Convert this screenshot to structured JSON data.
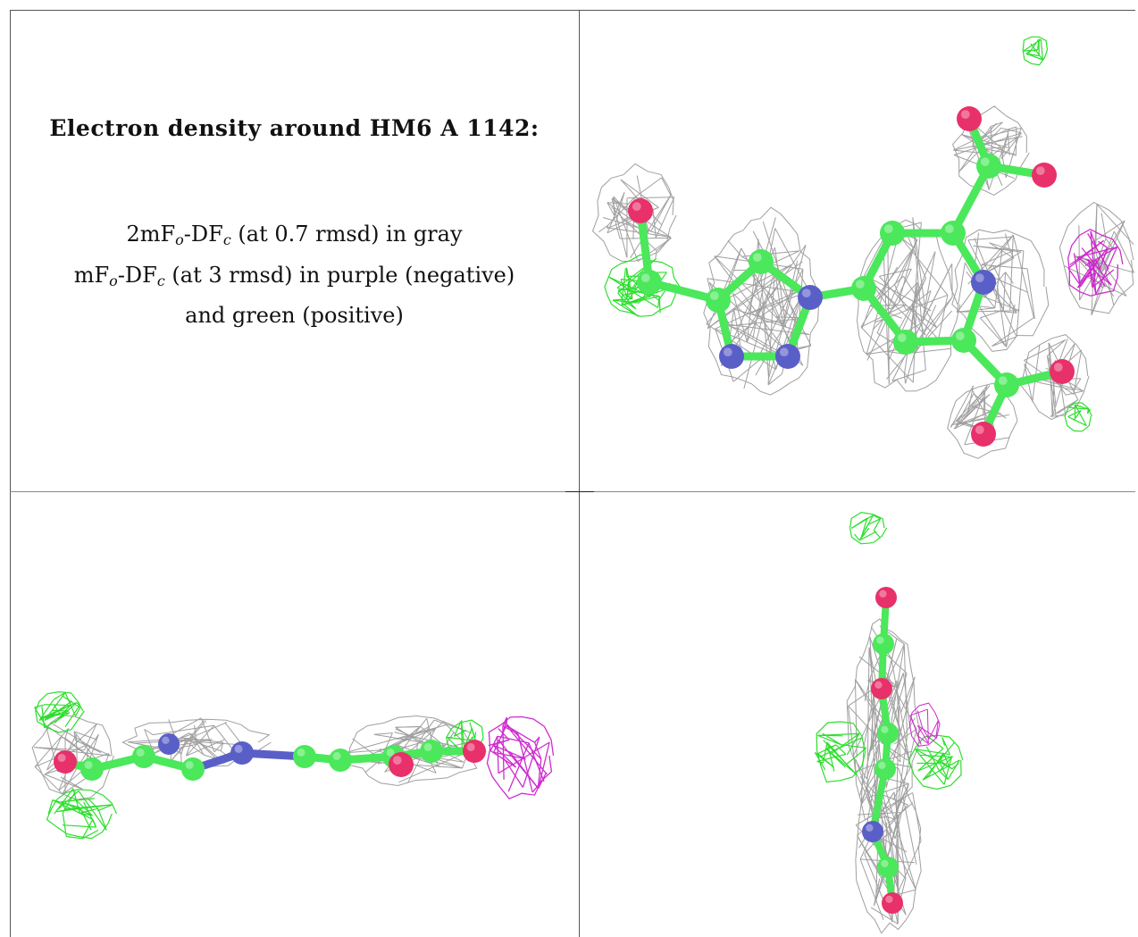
{
  "caption": {
    "title": "Electron density around HM6 A 1142:",
    "line1": {
      "prefix": "2mF",
      "sub1": "o",
      "mid": "-DF",
      "sub2": "c",
      "suffix": " (at 0.7 rmsd) in gray"
    },
    "line2": {
      "prefix": "mF",
      "sub1": "o",
      "mid": "-DF",
      "sub2": "c",
      "suffix": " (at 3 rmsd) in purple (negative)"
    },
    "line3": "and green (positive)"
  },
  "colors": {
    "carbon": "#4ae85a",
    "nitrogen": "#5a5fc8",
    "oxygen": "#e8306a",
    "mesh_2fofc": "#9a9a9a",
    "mesh_positive": "#22dd22",
    "mesh_negative": "#cc22cc"
  },
  "views": [
    {
      "name": "top-view",
      "icon": "molecule-density-top"
    },
    {
      "name": "side-view",
      "icon": "molecule-density-side"
    },
    {
      "name": "end-view",
      "icon": "molecule-density-end"
    }
  ]
}
